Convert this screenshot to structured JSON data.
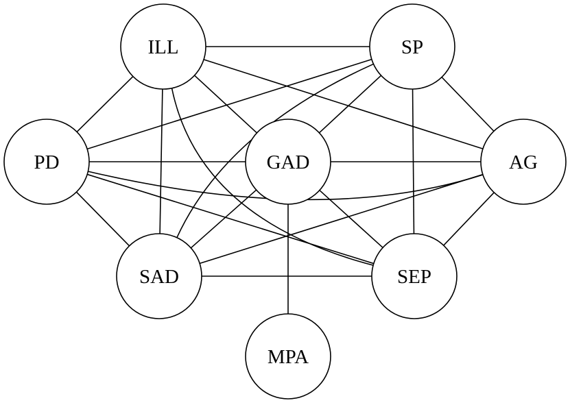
{
  "graph": {
    "nodes": [
      {
        "id": "ILL",
        "label": "ILL"
      },
      {
        "id": "SP",
        "label": "SP"
      },
      {
        "id": "PD",
        "label": "PD"
      },
      {
        "id": "GAD",
        "label": "GAD"
      },
      {
        "id": "AG",
        "label": "AG"
      },
      {
        "id": "SAD",
        "label": "SAD"
      },
      {
        "id": "SEP",
        "label": "SEP"
      },
      {
        "id": "MPA",
        "label": "MPA"
      }
    ],
    "edges": [
      [
        "ILL",
        "SP"
      ],
      [
        "ILL",
        "PD"
      ],
      [
        "ILL",
        "GAD"
      ],
      [
        "ILL",
        "SAD"
      ],
      [
        "ILL",
        "AG"
      ],
      [
        "ILL",
        "SEP"
      ],
      [
        "SP",
        "PD"
      ],
      [
        "SP",
        "GAD"
      ],
      [
        "SP",
        "AG"
      ],
      [
        "SP",
        "SEP"
      ],
      [
        "SP",
        "SAD"
      ],
      [
        "PD",
        "GAD"
      ],
      [
        "PD",
        "SAD"
      ],
      [
        "PD",
        "SEP"
      ],
      [
        "PD",
        "AG"
      ],
      [
        "GAD",
        "AG"
      ],
      [
        "GAD",
        "SAD"
      ],
      [
        "GAD",
        "SEP"
      ],
      [
        "GAD",
        "MPA"
      ],
      [
        "AG",
        "SAD"
      ],
      [
        "AG",
        "SEP"
      ],
      [
        "SAD",
        "SEP"
      ]
    ],
    "colors": {
      "stroke": "#000000",
      "fill": "#ffffff"
    }
  }
}
